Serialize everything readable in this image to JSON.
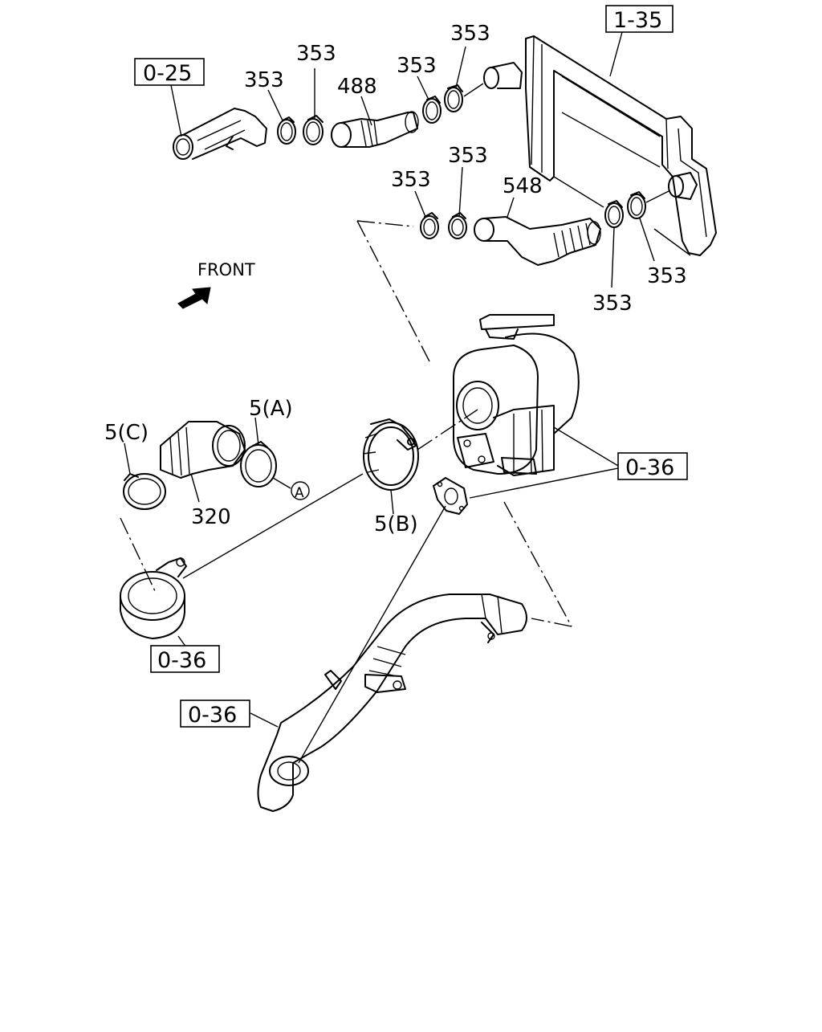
{
  "labels": {
    "ref_0_25": "0-25",
    "ref_1_35": "1-35",
    "ref_0_36_right": "0-36",
    "ref_0_36_lower_left": "0-36",
    "ref_0_36_bottom": "0-36",
    "p353_a": "353",
    "p353_b": "353",
    "p353_c": "353",
    "p353_d": "353",
    "p353_e": "353",
    "p353_f": "353",
    "p353_g": "353",
    "p353_h": "353",
    "p488": "488",
    "p548": "548",
    "p5a": "5(A)",
    "p5b": "5(B)",
    "p5c": "5(C)",
    "p320": "320",
    "circle_a": "A",
    "front": "FRONT"
  }
}
